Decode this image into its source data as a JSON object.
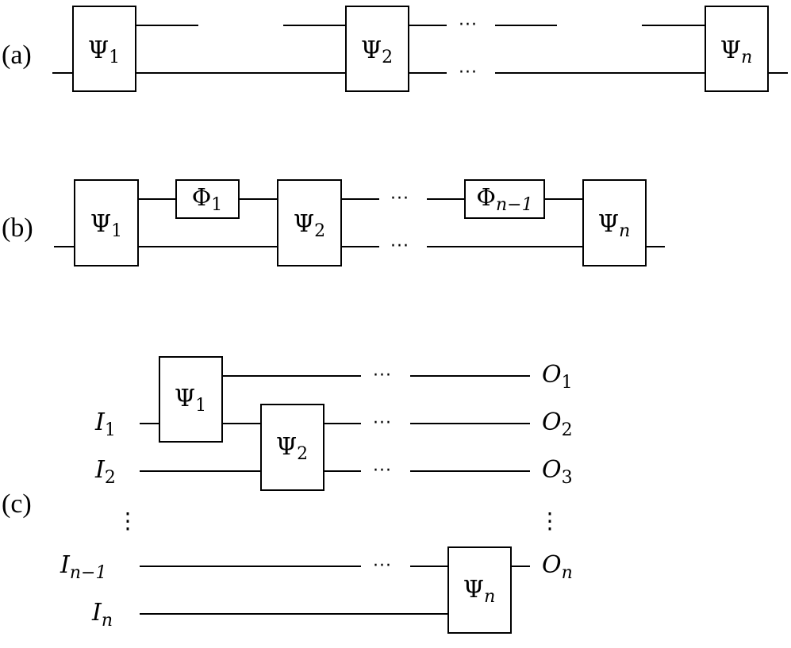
{
  "panels": {
    "a": {
      "label": "(a)",
      "gates": [
        {
          "sym": "Ψ",
          "sub": "1"
        },
        {
          "sym": "Ψ",
          "sub": "2"
        },
        {
          "sym": "Ψ",
          "sub": "n"
        }
      ],
      "ellipsis": [
        "···",
        "···"
      ]
    },
    "b": {
      "label": "(b)",
      "psi_gates": [
        {
          "sym": "Ψ",
          "sub": "1"
        },
        {
          "sym": "Ψ",
          "sub": "2"
        },
        {
          "sym": "Ψ",
          "sub": "n"
        }
      ],
      "phi_gates": [
        {
          "sym": "Φ",
          "sub": "1"
        },
        {
          "sym": "Φ",
          "sub": "n−1"
        }
      ],
      "ellipsis": [
        "···",
        "···"
      ]
    },
    "c": {
      "label": "(c)",
      "gates": [
        {
          "sym": "Ψ",
          "sub": "1"
        },
        {
          "sym": "Ψ",
          "sub": "2"
        },
        {
          "sym": "Ψ",
          "sub": "n"
        }
      ],
      "inputs": [
        {
          "sym": "I",
          "sub": "1"
        },
        {
          "sym": "I",
          "sub": "2"
        },
        {
          "sym": "I",
          "sub": "n−1"
        },
        {
          "sym": "I",
          "sub": "n"
        }
      ],
      "outputs": [
        {
          "sym": "O",
          "sub": "1"
        },
        {
          "sym": "O",
          "sub": "2"
        },
        {
          "sym": "O",
          "sub": "3"
        },
        {
          "sym": "O",
          "sub": "n"
        }
      ],
      "ellipsis": [
        "···",
        "···",
        "···",
        "···"
      ],
      "vertical_ellipsis": [
        "⋮",
        "⋮"
      ]
    }
  }
}
